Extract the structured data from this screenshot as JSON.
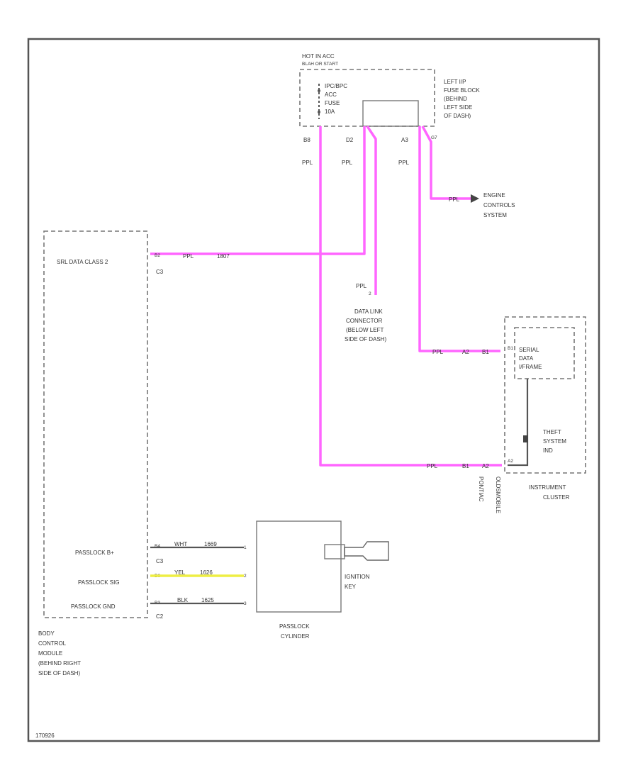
{
  "fuse_block": {
    "hot_text": "HOT IN ACC",
    "hot_sub": "BLAH OR START",
    "fuse_lines": [
      "IPC/BPC",
      "ACC",
      "FUSE",
      "10A"
    ],
    "location": [
      "LEFT I/P",
      "FUSE BLOCK",
      "(BEHIND",
      "LEFT SIDE",
      "OF DASH)"
    ],
    "pins": [
      "B8",
      "D2",
      "A3"
    ],
    "pin_g7": "G7",
    "wire_colors": [
      "PPL",
      "PPL",
      "PPL"
    ]
  },
  "engine": {
    "wire_color": "PPL",
    "label": [
      "ENGINE",
      "CONTROLS",
      "SYSTEM"
    ]
  },
  "bcm": {
    "serial_label": "SRL DATA CLASS 2",
    "serial_pin": "B2",
    "serial_conn": "C3",
    "serial_wire": "PPL",
    "serial_circuit": "1807",
    "passlock_bplus": "PASSLOCK B+",
    "passlock_sig": "PASSLOCK SIG",
    "passlock_gnd": "PASSLOCK GND",
    "bplus_pin": "B4",
    "sig_pin": "B6",
    "gnd_pin": "B3",
    "bplus_conn": "C3",
    "gnd_conn": "C2",
    "bplus_wire": "WHT",
    "bplus_circuit": "1669",
    "sig_wire": "YEL",
    "sig_circuit": "1626",
    "gnd_wire": "BLK",
    "gnd_circuit": "1625",
    "location": [
      "BODY",
      "CONTROL",
      "MODULE",
      "(BEHIND RIGHT",
      "SIDE OF DASH)"
    ]
  },
  "dlc": {
    "wire_color": "PPL",
    "pin": "2",
    "label": [
      "DATA LINK",
      "CONNECTOR",
      "(BELOW LEFT",
      "SIDE OF DASH)"
    ]
  },
  "cluster": {
    "serial_label": [
      "SERIAL",
      "DATA",
      "I/FRAME"
    ],
    "theft_label": [
      "THEFT",
      "SYSTEM",
      "IND"
    ],
    "pin_a2": "A2",
    "pin_b1": "B1",
    "pin_b1_alt": "B1",
    "pin_a2_alt": "A2",
    "wire1": "PPL",
    "wire2": "PPL",
    "label": [
      "INSTRUMENT",
      "CLUSTER"
    ],
    "vertical_labels": [
      "PONTIAC",
      "OLDSMOBILE"
    ]
  },
  "passlock": {
    "ignition": [
      "IGNITION",
      "KEY"
    ],
    "label": [
      "PASSLOCK",
      "CYLINDER"
    ],
    "pins": [
      "1",
      "2",
      "3"
    ]
  },
  "footer": "170926"
}
